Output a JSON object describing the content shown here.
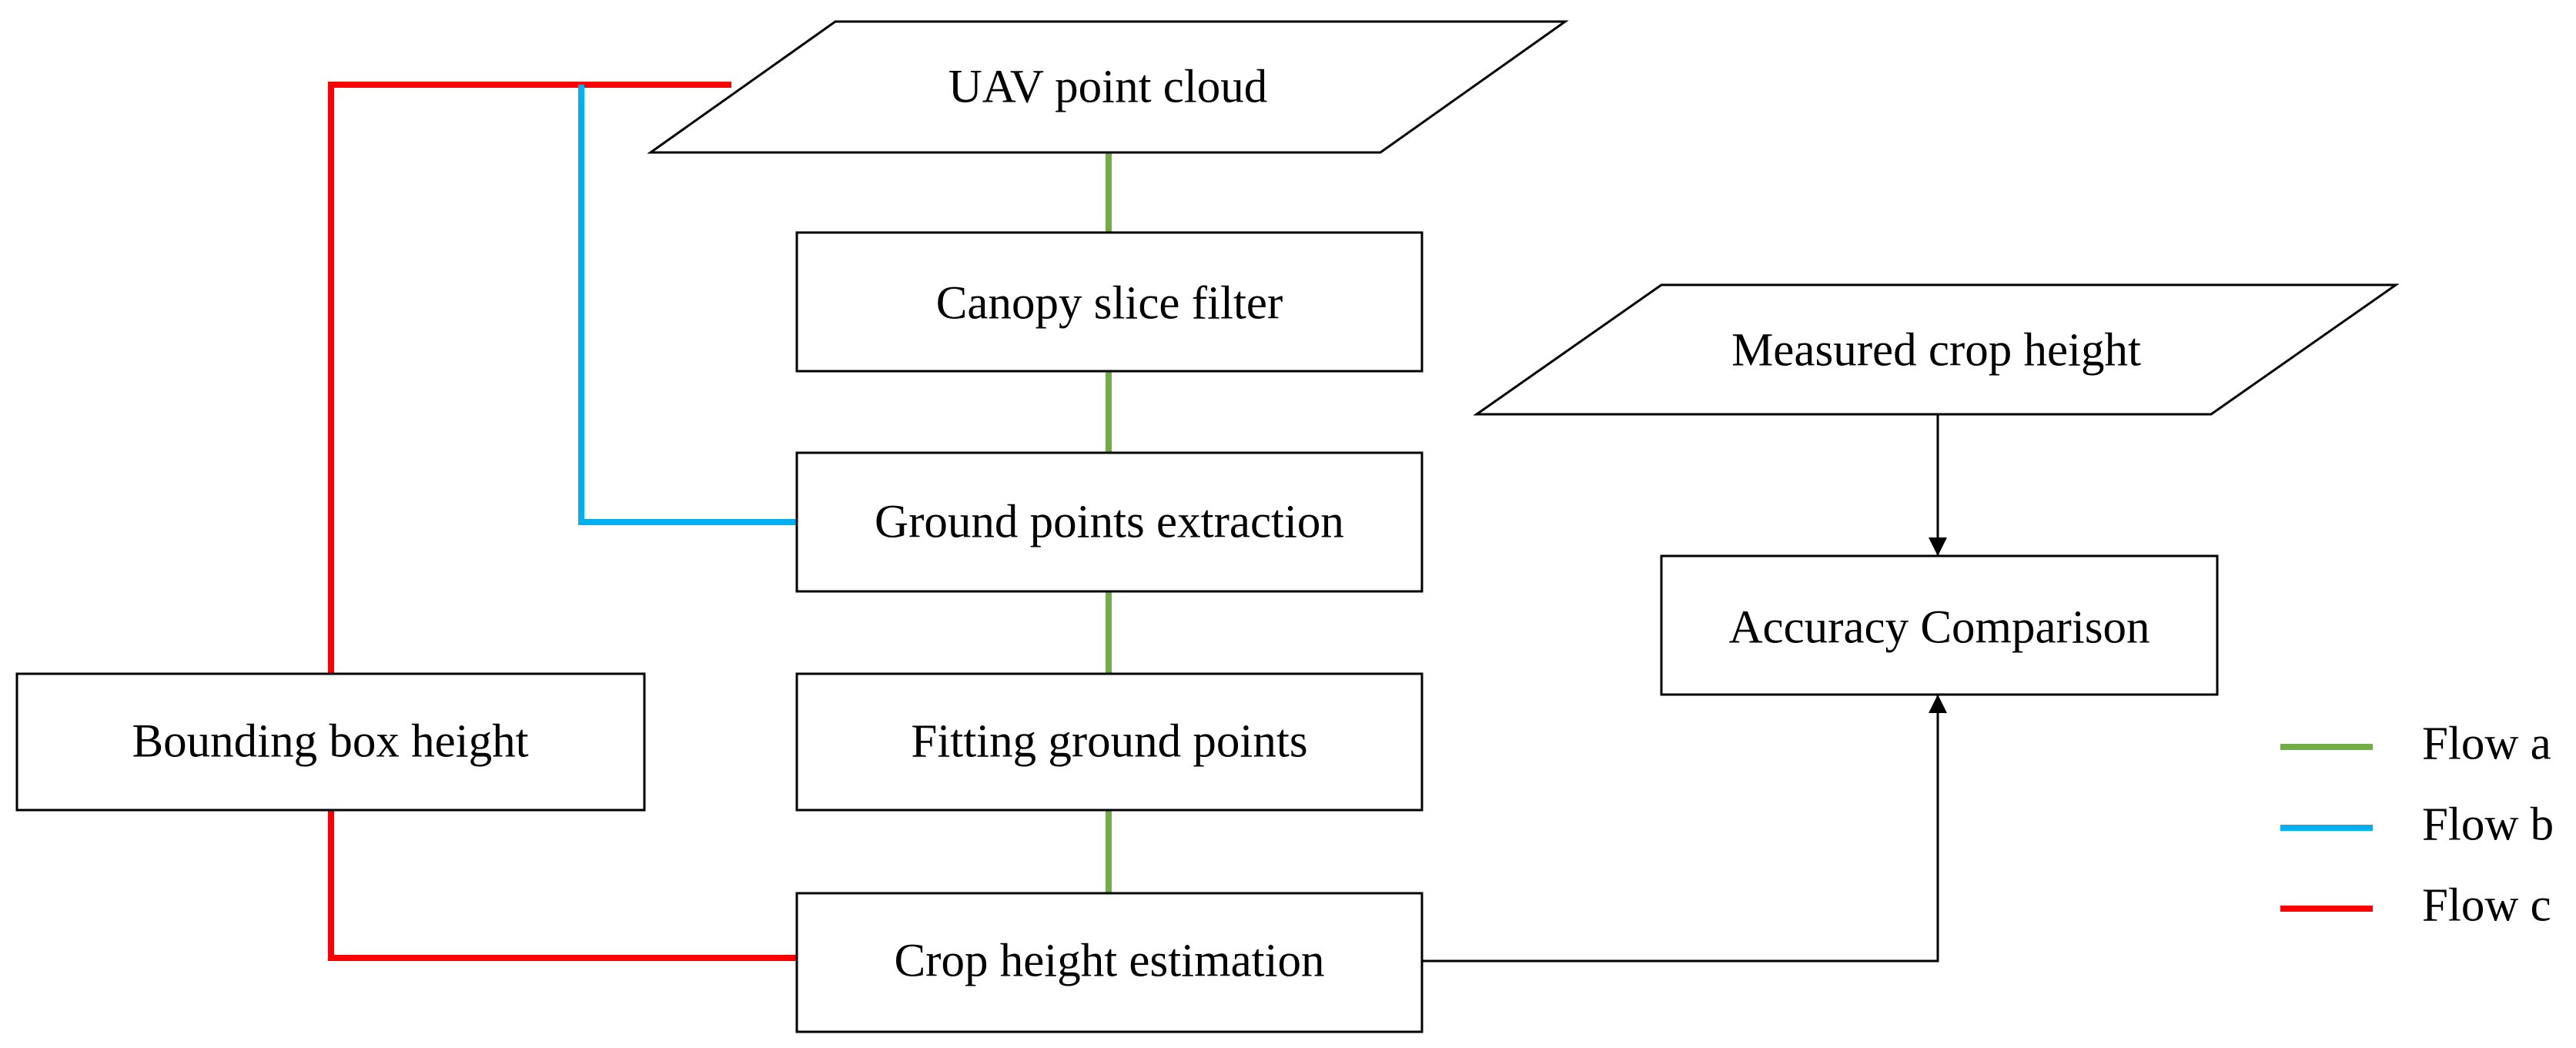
{
  "nodes": {
    "uav_point_cloud": "UAV point cloud",
    "canopy_slice_filter": "Canopy slice filter",
    "ground_points_extraction": "Ground points extraction",
    "fitting_ground_points": "Fitting ground points",
    "crop_height_estimation": "Crop height estimation",
    "bounding_box_height": "Bounding box height",
    "measured_crop_height": "Measured crop height",
    "accuracy_comparison": "Accuracy Comparison"
  },
  "legend": {
    "items": [
      {
        "label": "Flow a",
        "color": "#70ad47"
      },
      {
        "label": "Flow b",
        "color": "#00b0f0"
      },
      {
        "label": "Flow c",
        "color": "#ff0000"
      }
    ]
  },
  "colors": {
    "flow_a": "#70ad47",
    "flow_b": "#00b0f0",
    "flow_c": "#ff0000",
    "stroke": "#000000",
    "background": "#ffffff"
  }
}
